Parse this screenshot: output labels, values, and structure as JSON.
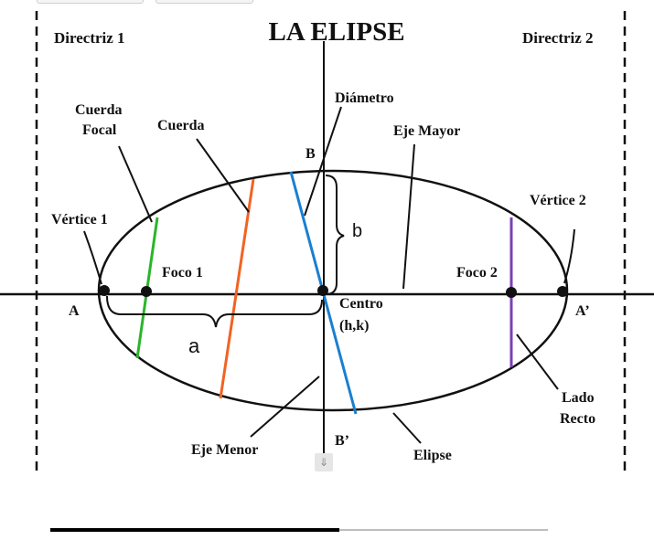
{
  "title": "LA ELIPSE",
  "labels": {
    "directriz1": "Directriz 1",
    "directriz2": "Directriz 2",
    "cuerda_focal_line1": "Cuerda",
    "cuerda_focal_line2": "Focal",
    "cuerda": "Cuerda",
    "diametro": "Diámetro",
    "eje_mayor": "Eje Mayor",
    "b_point": "B",
    "b_length": "b",
    "vertice1": "Vértice 1",
    "vertice2": "Vértice 2",
    "foco1": "Foco 1",
    "foco2": "Foco 2",
    "a_point": "A",
    "a_prime": "A’",
    "centro": "Centro",
    "hk": "(h,k)",
    "a_length": "a",
    "lado": "Lado",
    "recto": "Recto",
    "eje_menor": "Eje Menor",
    "b_prime": "B’",
    "elipse": "Elipse"
  },
  "colors": {
    "focal_chord": "#2ab52a",
    "chord": "#f26322",
    "diameter": "#1a7fd0",
    "latus_rectum": "#7b3fb5",
    "ink": "#111111"
  },
  "ui": {
    "scroll_icon": "chevron-double-icon"
  }
}
